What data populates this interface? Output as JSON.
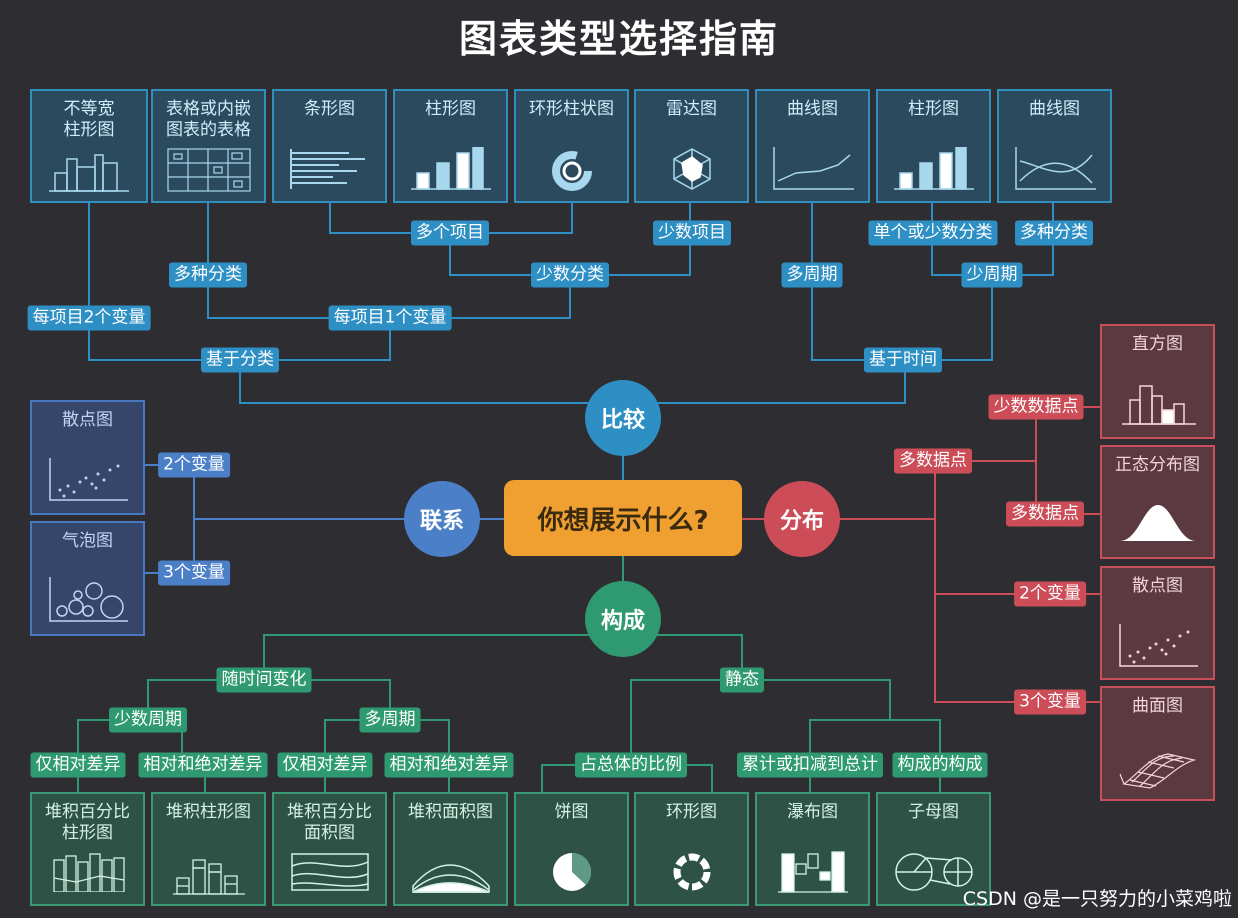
{
  "title": "图表类型选择指南",
  "center": "你想展示什么?",
  "hubs": {
    "compare": "比较",
    "relation": "联系",
    "distribution": "分布",
    "composition": "构成"
  },
  "compare": {
    "boxes": [
      "不等宽\n柱形图",
      "表格或内嵌\n图表的表格",
      "条形图",
      "柱形图",
      "环形柱状图",
      "雷达图",
      "曲线图",
      "柱形图",
      "曲线图"
    ],
    "tags": {
      "many_items": "多个项目",
      "few_items": "少数项目",
      "single_or_few_cats": "单个或少数分类",
      "many_cats_right": "多种分类",
      "many_cats_left": "多种分类",
      "few_cats": "少数分类",
      "many_periods": "多周期",
      "few_periods": "少周期",
      "two_vars_per_item": "每项目2个变量",
      "one_var_per_item": "每项目1个变量",
      "by_category": "基于分类",
      "by_time": "基于时间"
    }
  },
  "relation": {
    "boxes": [
      "散点图",
      "气泡图"
    ],
    "tags": {
      "two_vars": "2个变量",
      "three_vars": "3个变量"
    }
  },
  "distribution": {
    "boxes": [
      "直方图",
      "正态分布图",
      "散点图",
      "曲面图"
    ],
    "tags": {
      "few_points": "少数数据点",
      "many_points_top": "多数据点",
      "many_points_inner": "多数据点",
      "two_vars": "2个变量",
      "three_vars": "3个变量"
    }
  },
  "composition": {
    "boxes": [
      "堆积百分比\n柱形图",
      "堆积柱形图",
      "堆积百分比\n面积图",
      "堆积面积图",
      "饼图",
      "环形图",
      "瀑布图",
      "子母图"
    ],
    "tags": {
      "over_time": "随时间变化",
      "static": "静态",
      "few_periods": "少数周期",
      "many_periods": "多周期",
      "relative_only_1": "仅相对差异",
      "rel_abs_1": "相对和绝对差异",
      "relative_only_2": "仅相对差异",
      "rel_abs_2": "相对和绝对差异",
      "share_of_total": "占总体的比例",
      "accumulate": "累计或扣减到总计",
      "components": "构成的构成"
    }
  },
  "watermark": "CSDN @是一只努力的小菜鸡啦",
  "colors": {
    "blue": "#2e8fc4",
    "light_blue": "#4b80c8",
    "red": "#cc4d58",
    "green": "#2f9a72",
    "orange": "#f0a030",
    "background": "#2e2e32"
  }
}
